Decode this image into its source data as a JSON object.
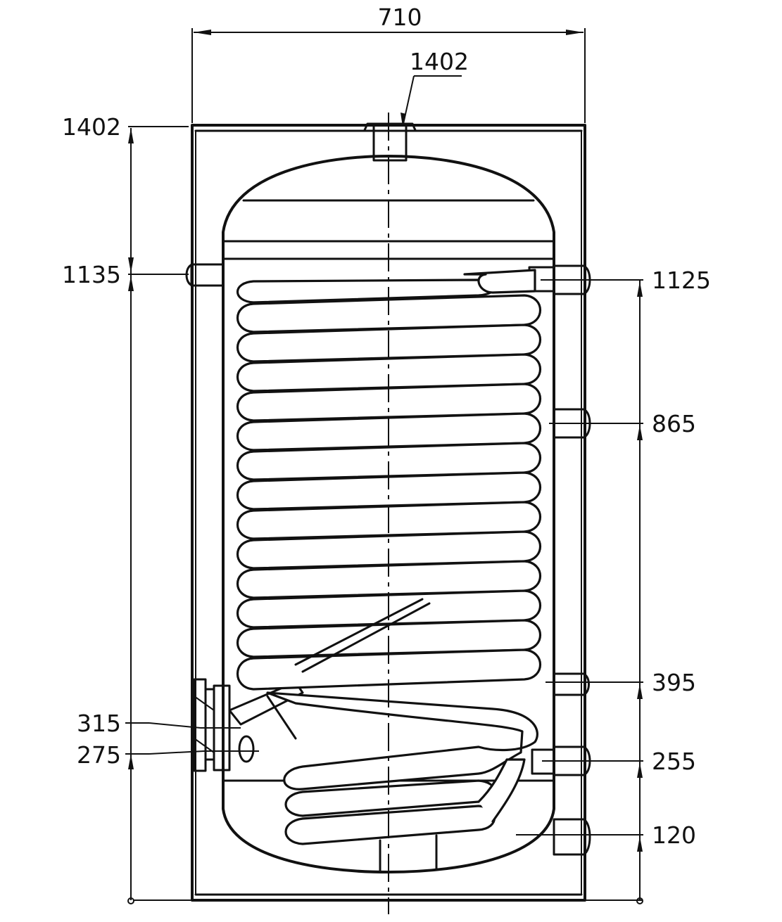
{
  "drawing": {
    "subject": "Hot water storage tank with spiral heat-exchanger coil",
    "dimensions": {
      "width": "710",
      "top_outlet": "1402",
      "left": [
        {
          "key": "height_top",
          "label": "1402"
        },
        {
          "key": "left_port_upper",
          "label": "1135"
        },
        {
          "key": "flange_upper",
          "label": "315"
        },
        {
          "key": "flange_lower",
          "label": "275"
        }
      ],
      "right": [
        {
          "key": "port_1125",
          "label": "1125"
        },
        {
          "key": "port_865",
          "label": "865"
        },
        {
          "key": "port_395",
          "label": "395"
        },
        {
          "key": "port_255",
          "label": "255"
        },
        {
          "key": "port_120",
          "label": "120"
        }
      ]
    }
  }
}
